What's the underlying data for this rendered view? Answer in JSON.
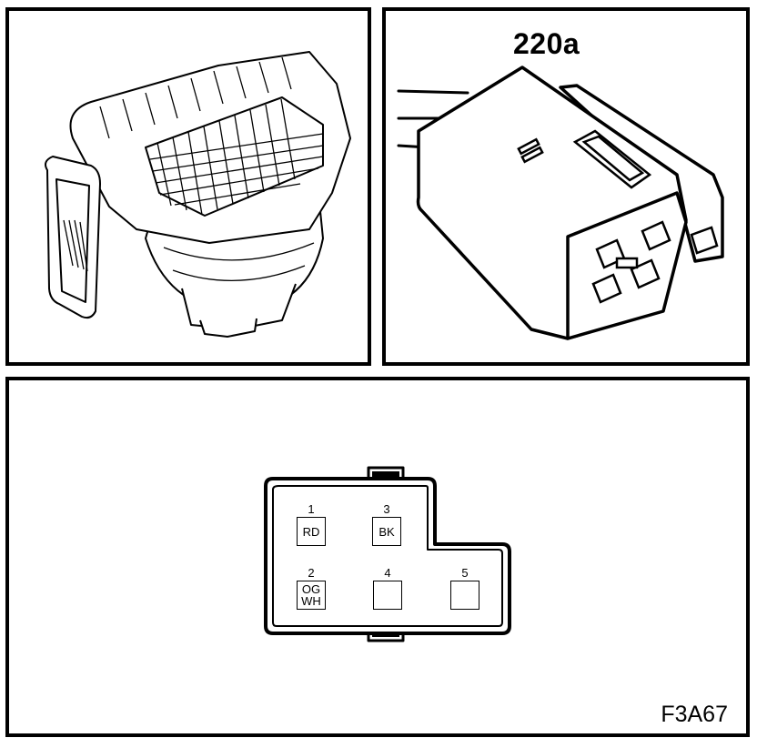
{
  "connector": {
    "id": "220a"
  },
  "figure": {
    "id": "F3A67"
  },
  "pins": [
    {
      "number": "1",
      "colors": [
        "RD"
      ]
    },
    {
      "number": "3",
      "colors": [
        "BK"
      ]
    },
    {
      "number": "2",
      "colors": [
        "OG",
        "WH"
      ]
    },
    {
      "number": "4",
      "colors": []
    },
    {
      "number": "5",
      "colors": []
    }
  ]
}
